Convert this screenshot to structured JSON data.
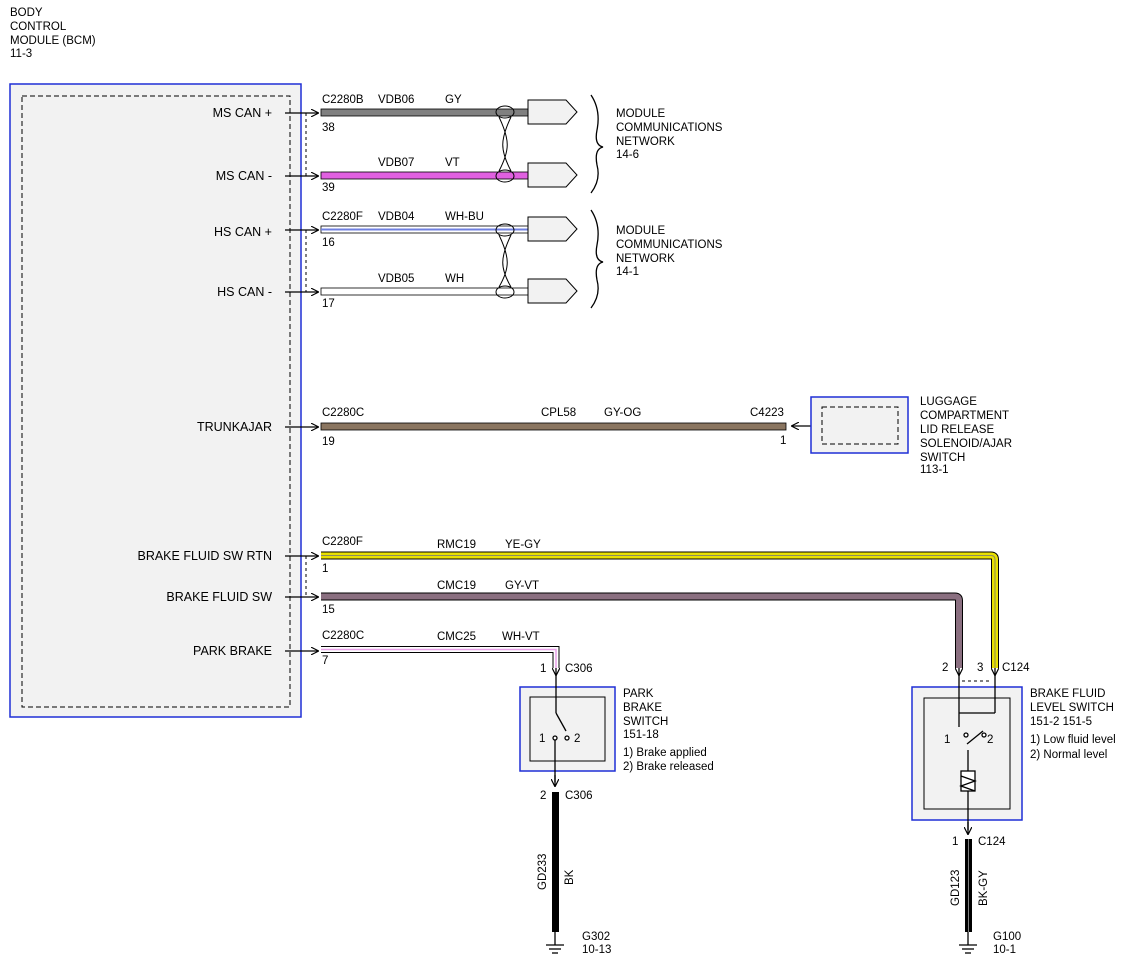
{
  "bcm": {
    "title_lines": [
      "BODY",
      "CONTROL",
      "MODULE (BCM)",
      "11-3"
    ],
    "pins": [
      {
        "label": "MS CAN +",
        "connector": "C2280B",
        "pin": "38",
        "circuit": "VDB06",
        "color": "GY"
      },
      {
        "label": "MS CAN -",
        "connector": "",
        "pin": "39",
        "circuit": "VDB07",
        "color": "VT"
      },
      {
        "label": "HS CAN +",
        "connector": "C2280F",
        "pin": "16",
        "circuit": "VDB04",
        "color": "WH-BU"
      },
      {
        "label": "HS CAN -",
        "connector": "",
        "pin": "17",
        "circuit": "VDB05",
        "color": "WH"
      },
      {
        "label": "TRUNKAJAR",
        "connector": "C2280C",
        "pin": "19",
        "circuit": "CPL58",
        "color": "GY-OG"
      },
      {
        "label": "BRAKE FLUID SW RTN",
        "connector": "C2280F",
        "pin": "1",
        "circuit": "RMC19",
        "color": "YE-GY"
      },
      {
        "label": "BRAKE FLUID SW",
        "connector": "",
        "pin": "15",
        "circuit": "CMC19",
        "color": "GY-VT"
      },
      {
        "label": "PARK BRAKE",
        "connector": "C2280C",
        "pin": "7",
        "circuit": "CMC25",
        "color": "WH-VT"
      }
    ]
  },
  "networks": [
    {
      "lines": [
        "MODULE",
        "COMMUNICATIONS",
        "NETWORK",
        "14-6"
      ]
    },
    {
      "lines": [
        "MODULE",
        "COMMUNICATIONS",
        "NETWORK",
        "14-1"
      ]
    }
  ],
  "luggage": {
    "lines": [
      "LUGGAGE",
      "COMPARTMENT",
      "LID RELEASE",
      "SOLENOID/AJAR",
      "SWITCH",
      "113-1"
    ],
    "connector": "C4223",
    "pin": "1"
  },
  "park_brake_switch": {
    "lines": [
      "PARK",
      "BRAKE",
      "SWITCH",
      "151-18",
      "1) Brake applied",
      "2) Brake released"
    ],
    "top_pin": "1",
    "top_conn": "C306",
    "bottom_pin": "2",
    "bottom_conn": "C306",
    "pos1": "1",
    "pos2": "2",
    "ground_circuit": "GD233",
    "ground_color": "BK",
    "ground_lines": [
      "G302",
      "10-13"
    ]
  },
  "brake_fluid_switch": {
    "lines": [
      "BRAKE FLUID",
      "LEVEL SWITCH",
      "151-2  151-5",
      "1) Low fluid level",
      "2) Normal level"
    ],
    "pin_a": "2",
    "pin_b": "3",
    "top_conn": "C124",
    "bottom_pin": "1",
    "bottom_conn": "C124",
    "pos1": "1",
    "pos2": "2",
    "ground_circuit": "GD123",
    "ground_color": "BK-GY",
    "ground_lines": [
      "G100",
      "10-1"
    ]
  },
  "colors": {
    "outline_blue": "#1f2fd6",
    "panel_fill": "#eeeeee",
    "wire_gray": "#808080",
    "wire_violet": "#e060e0",
    "wire_white_blue": "#7080e0",
    "wire_gray_orange": "#8a7560",
    "wire_yellow": "#e8e000",
    "wire_gray_violet": "#8a6f80",
    "wire_white_violet": "#e8a0e8"
  }
}
